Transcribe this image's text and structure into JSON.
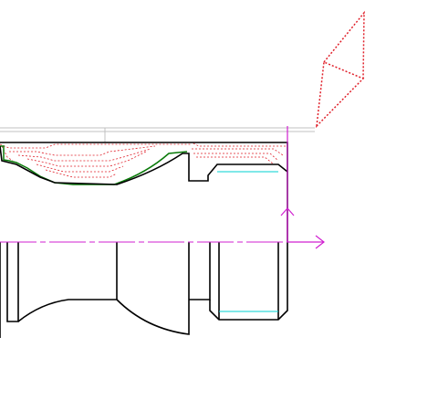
{
  "view": {
    "background": "#ffffff"
  },
  "colors": {
    "part_outline": "#000000",
    "toolpath": "#e0202a",
    "finish_contour": "#0a7a0a",
    "thread_lines": "#00d0d0",
    "axis": "#d020d0",
    "stock": "#c0c0c0",
    "tool": "#e0202a"
  },
  "elements": {
    "part": "part-profile",
    "toolpath": "roughing-toolpath",
    "finish": "finish-contour",
    "tool": "cutting-tool",
    "centerline": "spindle-centerline",
    "origin": "work-origin-axes"
  }
}
